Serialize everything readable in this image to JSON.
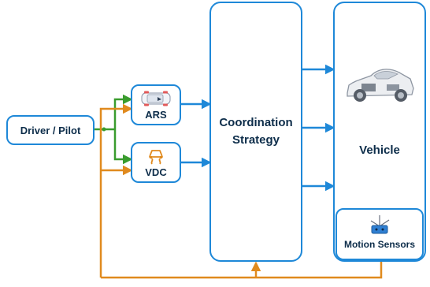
{
  "blocks": {
    "driver": "Driver / Pilot",
    "ars": "ARS",
    "vdc": "VDC",
    "coordination": "Coordination Strategy",
    "vehicle": "Vehicle",
    "motion_sensors": "Motion Sensors"
  },
  "icons": {
    "ars": "car-top-view-icon",
    "vdc": "skid-control-icon",
    "vehicle": "car-chassis-icon",
    "motion_sensors": "imu-sensor-icon"
  },
  "colors": {
    "box_border": "#1e88d8",
    "signal_arrow": "#1e88d8",
    "driver_command": "#3a9c2e",
    "feedback": "#e08a1e",
    "label_text": "#0d2d4a"
  }
}
